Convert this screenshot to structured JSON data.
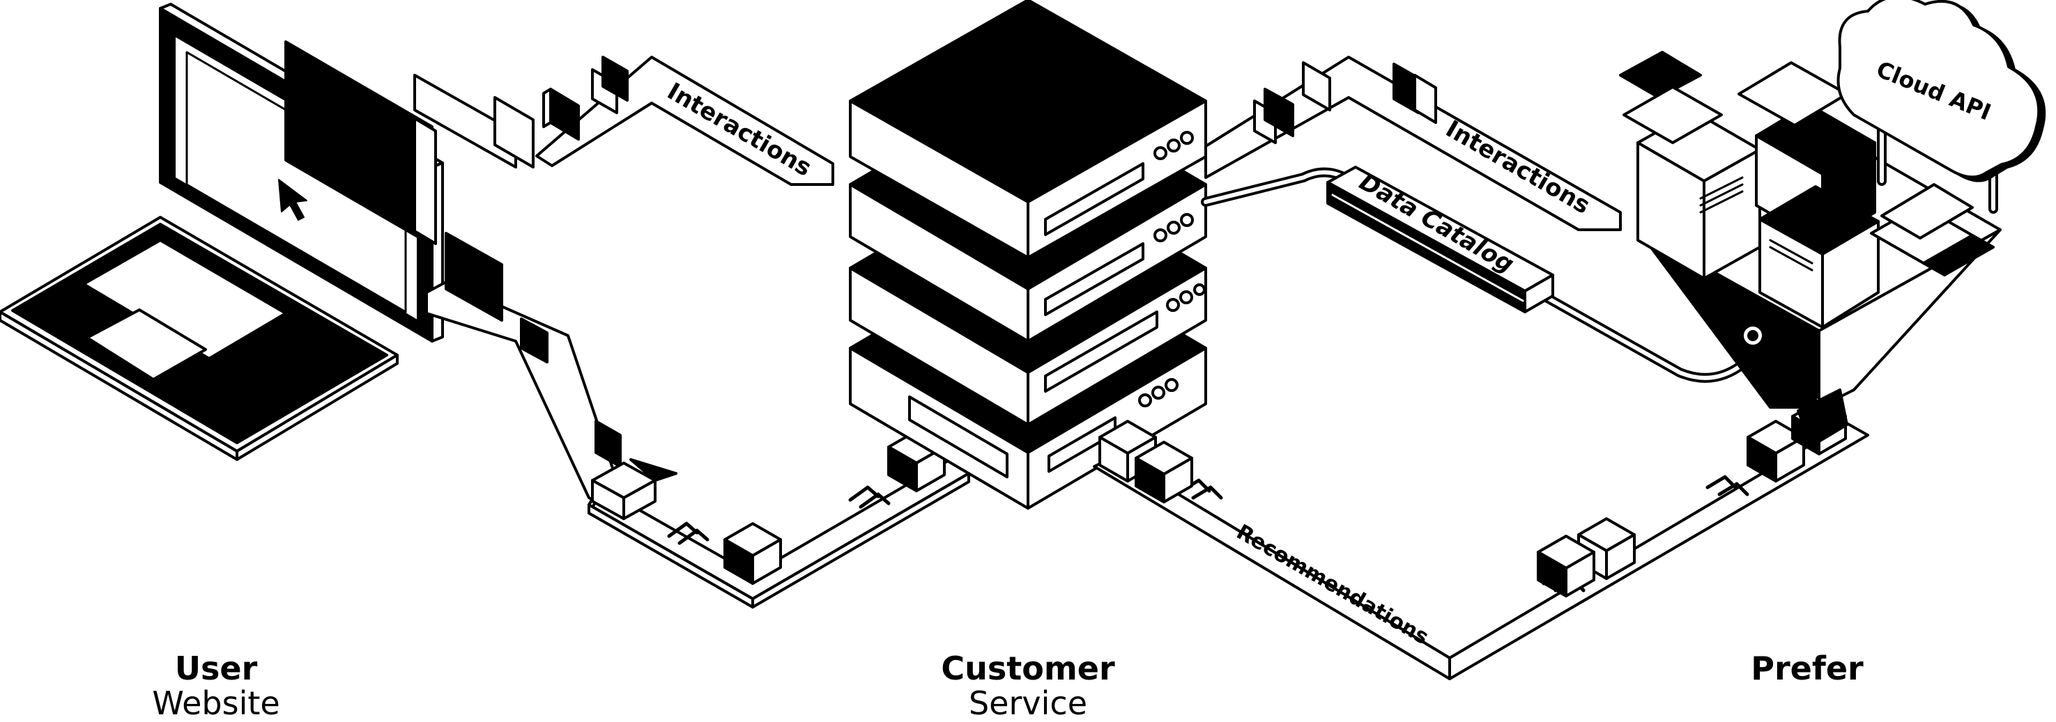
{
  "diagram": {
    "flow_labels": {
      "interactions_left": "Interactions",
      "interactions_right": "Interactions",
      "data_catalog": "Data Catalog",
      "recommendations": "Recommendations",
      "cloud_api": "Cloud API"
    },
    "nodes": [
      {
        "id": "user",
        "title": "User",
        "subtitle": "Website"
      },
      {
        "id": "service",
        "title": "Customer",
        "subtitle": "Service"
      },
      {
        "id": "prefer",
        "title": "Prefer",
        "subtitle": ""
      }
    ]
  }
}
